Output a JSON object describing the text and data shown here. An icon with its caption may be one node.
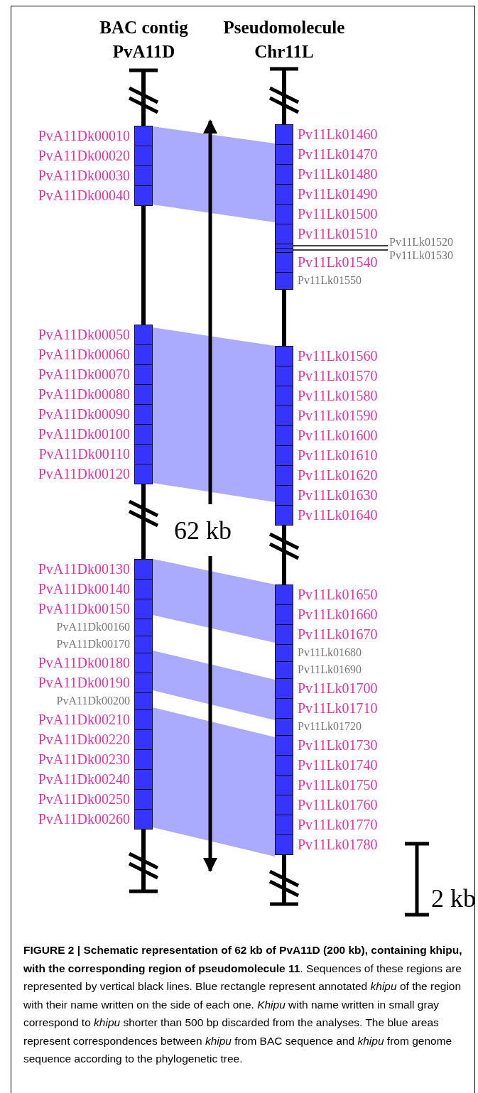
{
  "diagram": {
    "caption": "**FIGURE 2 | Schematic representation of 62 kb of PvA11D (200 kb), containing khipu, with the corresponding region of pseudomolecule 11**. Sequences of these regions are represented by vertical black lines. Blue rectangle represent annotated *khipu* of the region with their name written on the side of each one. *Khipu* with name written in small gray correspond to *khipu* shorter than 500 bp discarded from the analyses. The blue areas represent correspondences between *khipu* from BAC sequence and *khipu* from genome sequence according to the phylogenetic tree.",
    "nodes": [
      {
        "text": [],
        "shape": "box",
        "beside": [
          "PvA11Dk00010"
        ]
      },
      {
        "text": [],
        "shape": "box",
        "beside": [
          "PvA11Dk00020"
        ]
      },
      {
        "text": [],
        "shape": "box",
        "beside": [
          "PvA11Dk00030"
        ]
      },
      {
        "text": [],
        "shape": "box",
        "beside": [
          "PvA11Dk00040"
        ]
      },
      {
        "text": [],
        "shape": "box",
        "beside": [
          "PvA11Dk00050"
        ]
      },
      {
        "text": [],
        "shape": "box",
        "beside": [
          "PvA11Dk00060"
        ]
      },
      {
        "text": [],
        "shape": "box",
        "beside": [
          "PvA11Dk00070"
        ]
      },
      {
        "text": [],
        "shape": "box",
        "beside": [
          "PvA11Dk00080"
        ]
      },
      {
        "text": [],
        "shape": "box",
        "beside": [
          "PvA11Dk00090"
        ]
      },
      {
        "text": [],
        "shape": "box",
        "beside": [
          "PvA11Dk00100"
        ]
      },
      {
        "text": [],
        "shape": "box",
        "beside": [
          "PvA11Dk00110"
        ]
      },
      {
        "text": [],
        "shape": "box",
        "beside": [
          "PvA11Dk00120"
        ]
      },
      {
        "text": [],
        "shape": "box",
        "beside": [
          "PvA11Dk00130"
        ]
      },
      {
        "text": [],
        "shape": "box",
        "beside": [
          "PvA11Dk00140"
        ]
      },
      {
        "text": [],
        "shape": "box",
        "beside": [
          "PvA11Dk00150"
        ]
      },
      {
        "text": [],
        "shape": "box",
        "beside": [
          "PvA11Dk00160"
        ]
      },
      {
        "text": [],
        "shape": "box",
        "beside": [
          "PvA11Dk00170"
        ]
      },
      {
        "text": [],
        "shape": "box",
        "beside": [
          "PvA11Dk00180"
        ]
      },
      {
        "text": [],
        "shape": "box",
        "beside": [
          "PvA11Dk00190"
        ]
      },
      {
        "text": [],
        "shape": "box",
        "beside": [
          "PvA11Dk00200"
        ]
      },
      {
        "text": [],
        "shape": "box",
        "beside": [
          "PvA11Dk00210"
        ]
      },
      {
        "text": [],
        "shape": "box",
        "beside": [
          "PvA11Dk00220"
        ]
      },
      {
        "text": [],
        "shape": "box",
        "beside": [
          "PvA11Dk00230"
        ]
      },
      {
        "text": [],
        "shape": "box",
        "beside": [
          "PvA11Dk00240"
        ]
      },
      {
        "text": [],
        "shape": "box",
        "beside": [
          "PvA11Dk00250"
        ]
      },
      {
        "text": [],
        "shape": "box",
        "beside": [
          "PvA11Dk00260"
        ]
      },
      {
        "text": [],
        "shape": "box",
        "beside": [
          "Pv11Lk01460"
        ]
      },
      {
        "text": [],
        "shape": "box",
        "beside": [
          "Pv11Lk01470"
        ]
      },
      {
        "text": [],
        "shape": "box",
        "beside": [
          "Pv11Lk01480"
        ]
      },
      {
        "text": [],
        "shape": "box",
        "beside": [
          "Pv11Lk01490"
        ]
      },
      {
        "text": [],
        "shape": "box",
        "beside": [
          "Pv11Lk01500"
        ]
      },
      {
        "text": [],
        "shape": "box",
        "beside": [
          "Pv11Lk01510"
        ]
      },
      {
        "text": [],
        "shape": "box"
      },
      {
        "text": [],
        "shape": "box"
      },
      {
        "text": [],
        "shape": "box",
        "beside": [
          "Pv11Lk01540"
        ]
      },
      {
        "text": [],
        "shape": "box",
        "beside": [
          "Pv11Lk01550"
        ]
      },
      {
        "text": [],
        "shape": "box",
        "beside": [
          "Pv11Lk01560"
        ]
      },
      {
        "text": [],
        "shape": "box",
        "beside": [
          "Pv11Lk01570"
        ]
      },
      {
        "text": [],
        "shape": "box",
        "beside": [
          "Pv11Lk01580"
        ]
      },
      {
        "text": [],
        "shape": "box",
        "beside": [
          "Pv11Lk01590"
        ]
      },
      {
        "text": [],
        "shape": "box",
        "beside": [
          "Pv11Lk01600"
        ]
      },
      {
        "text": [],
        "shape": "box",
        "beside": [
          "Pv11Lk01610"
        ]
      },
      {
        "text": [],
        "shape": "box",
        "beside": [
          "Pv11Lk01620"
        ]
      },
      {
        "text": [],
        "shape": "box",
        "beside": [
          "Pv11Lk01630"
        ]
      },
      {
        "text": [],
        "shape": "box",
        "beside": [
          "Pv11Lk01640"
        ]
      },
      {
        "text": [],
        "shape": "box",
        "beside": [
          "Pv11Lk01650"
        ]
      },
      {
        "text": [],
        "shape": "box",
        "beside": [
          "Pv11Lk01660"
        ]
      },
      {
        "text": [],
        "shape": "box",
        "beside": [
          "Pv11Lk01670"
        ]
      },
      {
        "text": [],
        "shape": "box",
        "beside": [
          "Pv11Lk01680"
        ]
      },
      {
        "text": [],
        "shape": "box",
        "beside": [
          "Pv11Lk01690"
        ]
      },
      {
        "text": [],
        "shape": "box",
        "beside": [
          "Pv11Lk01700"
        ]
      },
      {
        "text": [],
        "shape": "box",
        "beside": [
          "Pv11Lk01710"
        ]
      },
      {
        "text": [],
        "shape": "box",
        "beside": [
          "Pv11Lk01720"
        ]
      },
      {
        "text": [],
        "shape": "box",
        "beside": [
          "Pv11Lk01730"
        ]
      },
      {
        "text": [],
        "shape": "box",
        "beside": [
          "Pv11Lk01740"
        ]
      },
      {
        "text": [],
        "shape": "box",
        "beside": [
          "Pv11Lk01750"
        ]
      },
      {
        "text": [],
        "shape": "box",
        "beside": [
          "Pv11Lk01760"
        ]
      },
      {
        "text": [],
        "shape": "box",
        "beside": [
          "Pv11Lk01770"
        ]
      },
      {
        "text": [],
        "shape": "box",
        "beside": [
          "Pv11Lk01780"
        ]
      },
      {
        "text": [
          "Pv11Lk01520"
        ]
      },
      {
        "text": [
          "Pv11Lk01530"
        ]
      },
      {
        "text": [],
        "shape": "band"
      },
      {
        "text": [],
        "shape": "band"
      },
      {
        "text": [],
        "shape": "band"
      },
      {
        "text": [],
        "shape": "band"
      },
      {
        "text": [],
        "shape": "band"
      }
    ],
    "edges": [
      {
        "from": 59,
        "to": 32,
        "arrow": "none"
      },
      {
        "from": 60,
        "to": 33,
        "arrow": "none"
      }
    ],
    "labels": [
      "BAC contig PvA11D",
      "Pseudomolecule Chr11L",
      "62 kb",
      "2 kb"
    ]
  }
}
